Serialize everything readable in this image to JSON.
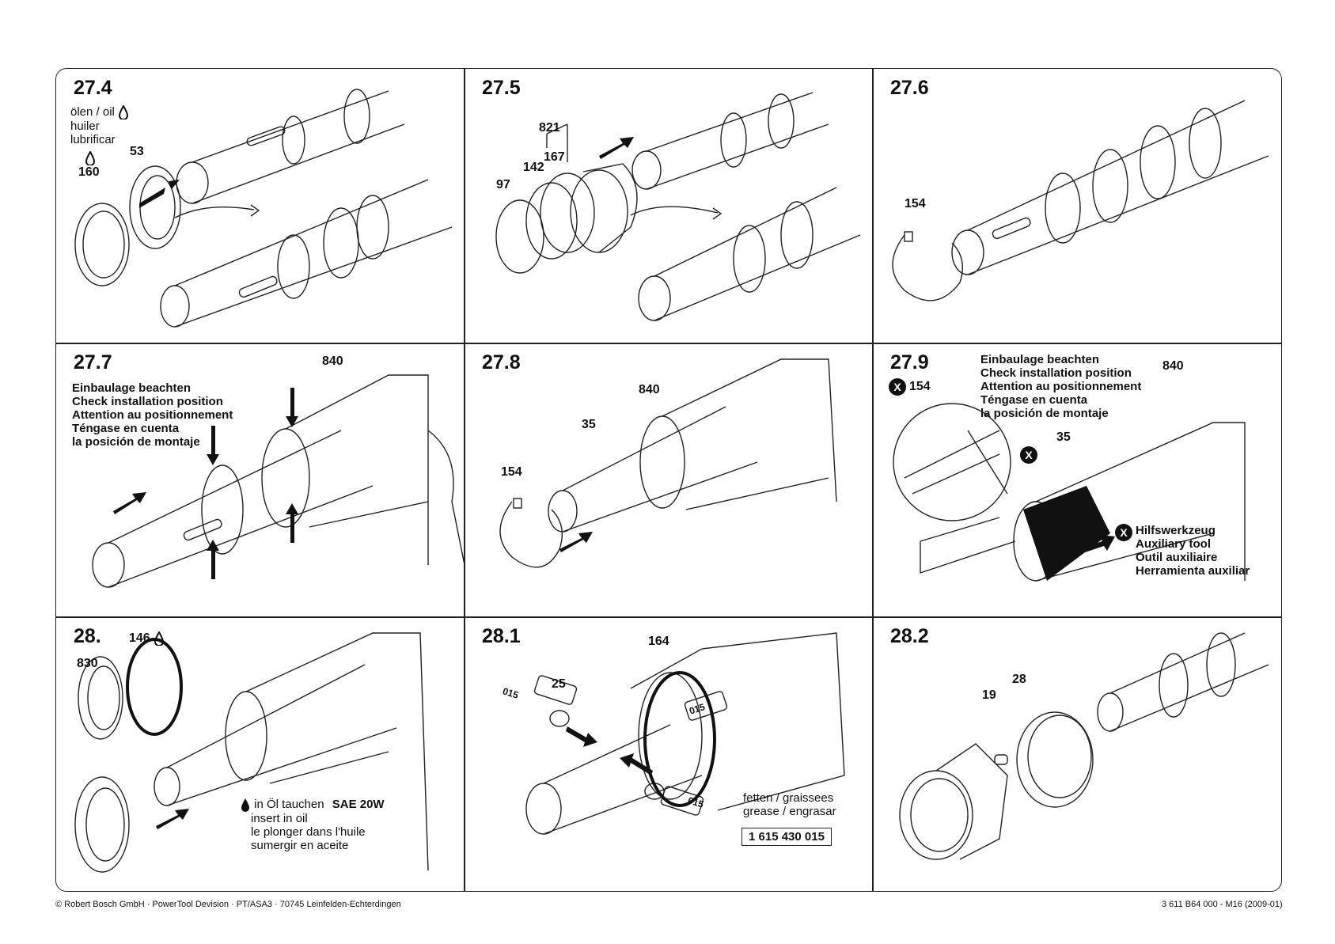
{
  "panels": [
    {
      "step": "27.4",
      "oil_text": [
        "ölen / oil",
        "huiler",
        "lubrificar"
      ],
      "labels": [
        "53",
        "160"
      ]
    },
    {
      "step": "27.5",
      "labels": [
        "821",
        "167",
        "142",
        "97"
      ]
    },
    {
      "step": "27.6",
      "labels": [
        "154"
      ]
    },
    {
      "step": "27.7",
      "labels": [
        "840"
      ],
      "note": [
        "Einbaulage beachten",
        "Check installation position",
        "Attention au positionnement",
        "Téngase en cuenta",
        "la posición de montaje"
      ]
    },
    {
      "step": "27.8",
      "labels": [
        "840",
        "35",
        "154"
      ]
    },
    {
      "step": "27.9",
      "labels": [
        "154",
        "840",
        "35"
      ],
      "note": [
        "Einbaulage beachten",
        "Check installation position",
        "Attention au positionnement",
        "Téngase en cuenta",
        "la posición de montaje"
      ],
      "badge": "X",
      "tool": [
        "Hilfswerkzeug",
        "Auxiliary tool",
        "Outil auxiliaire",
        "Herramienta auxiliar"
      ]
    },
    {
      "step": "28.",
      "labels": [
        "146",
        "830"
      ],
      "oil_text": [
        "in Öl tauchen",
        "insert in oil",
        "le plonger dans l'huile",
        "sumergir en aceite"
      ],
      "oil_spec": "SAE 20W"
    },
    {
      "step": "28.1",
      "labels": [
        "164",
        "25"
      ],
      "tag": "015",
      "grease": [
        "fetten / graissees",
        "grease / engrasar"
      ],
      "part_number": "1 615 430 015"
    },
    {
      "step": "28.2",
      "labels": [
        "28",
        "19"
      ]
    }
  ],
  "footer": {
    "left": "© Robert Bosch GmbH · PowerTool Devision · PT/ASA3 · 70745 Leinfelden-Echterdingen",
    "right": "3 611 B64 000 - M16 (2009-01)"
  }
}
